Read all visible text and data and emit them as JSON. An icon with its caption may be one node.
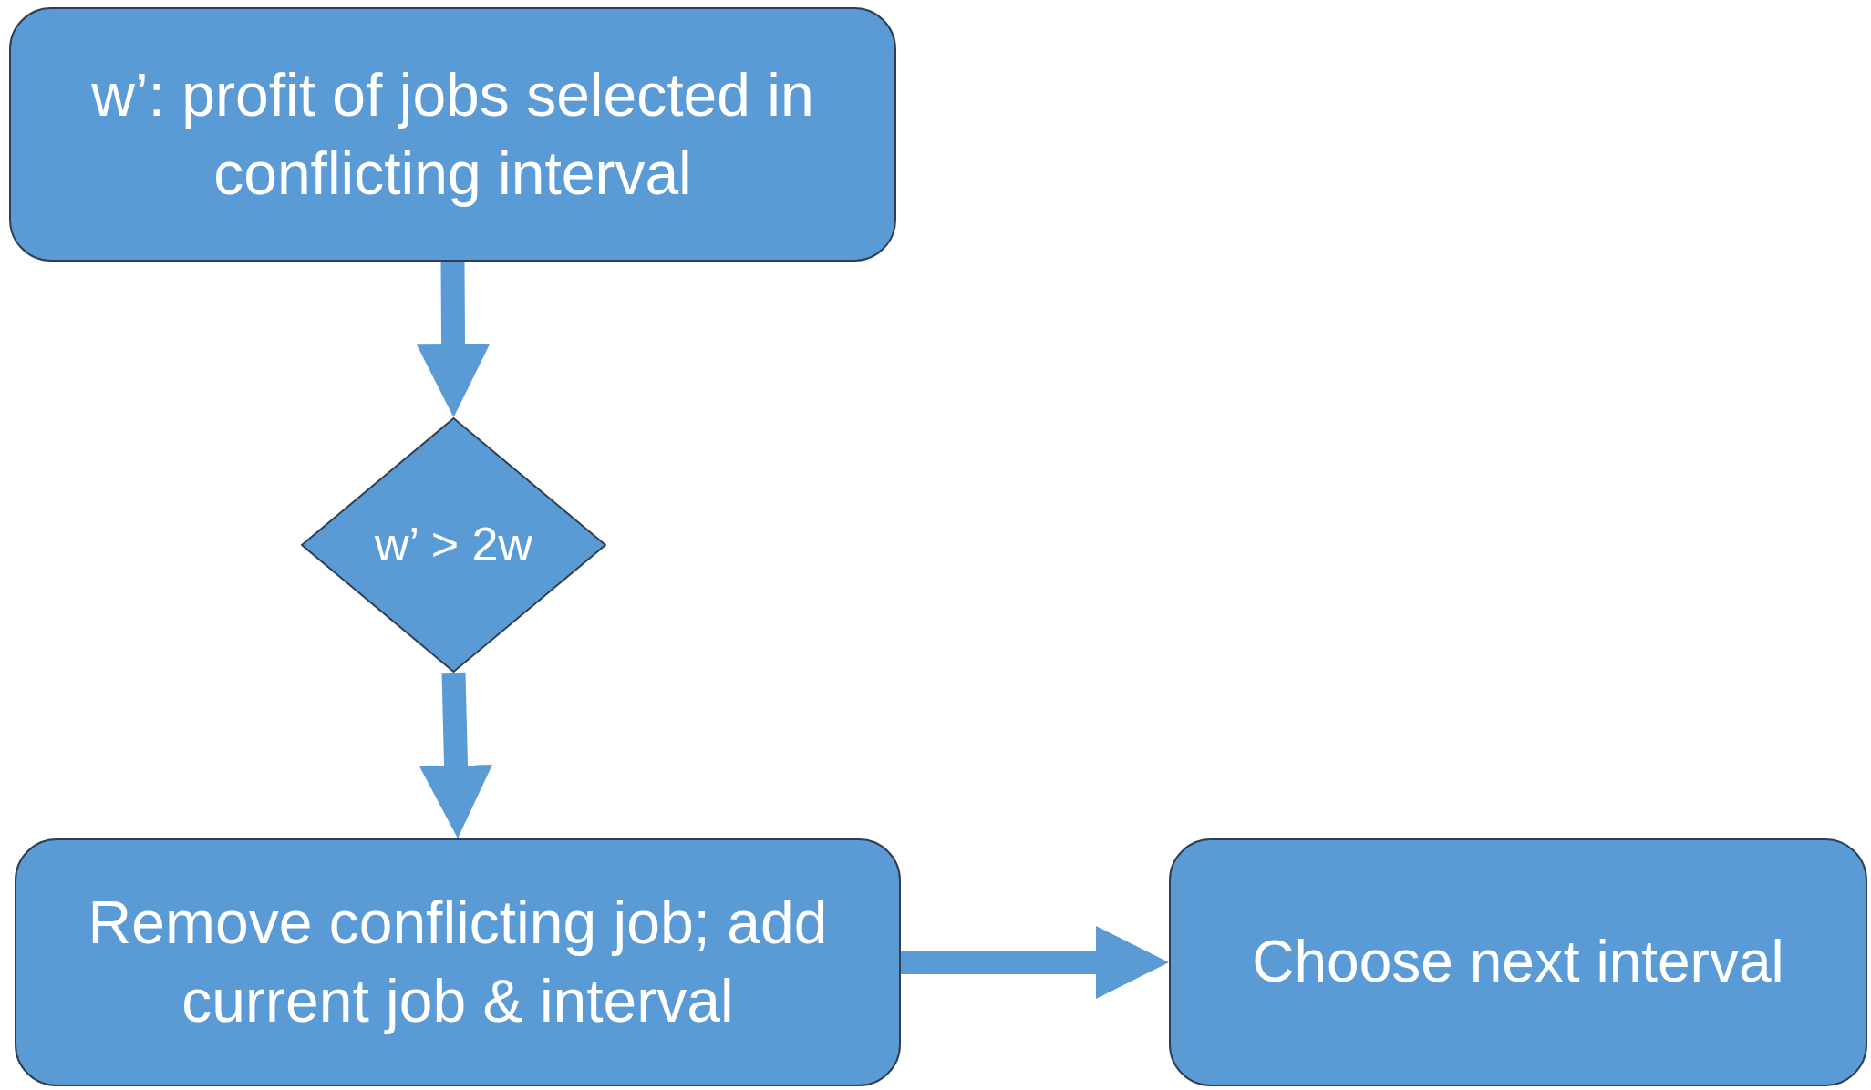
{
  "diagram": {
    "nodes": [
      {
        "text": [
          "w’: profit of jobs selected in conflicting interval"
        ]
      },
      {
        "text": [
          "w’ > 2w"
        ]
      },
      {
        "text": [
          "Remove conflicting job; add current job & interval"
        ]
      },
      {
        "text": [
          "Choose next interval"
        ]
      }
    ],
    "edges": [
      {
        "from": 0,
        "to": 1,
        "arrow": "to"
      },
      {
        "from": 1,
        "to": 2,
        "arrow": "to"
      },
      {
        "from": 2,
        "to": 3,
        "arrow": "to"
      }
    ]
  }
}
